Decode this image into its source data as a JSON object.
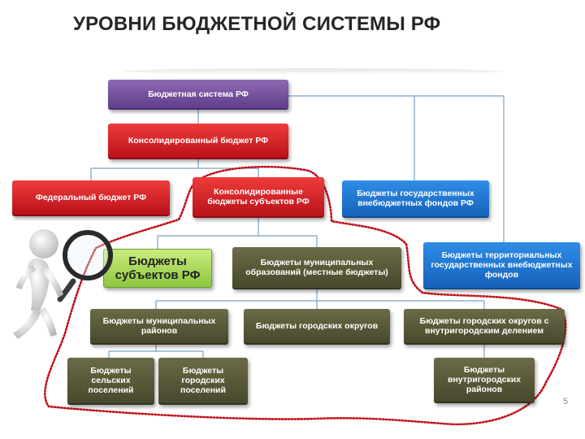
{
  "title": "УРОВНИ БЮДЖЕТНОЙ СИСТЕМЫ РФ",
  "nodes": {
    "budget_system": "Бюджетная система РФ",
    "consolidated": "Консолидированный бюджет РФ",
    "federal": "Федеральный бюджет РФ",
    "consolidated_subjects": "Консолидированные бюджеты субъектов РФ",
    "state_funds": "Бюджеты государственных внебюджетных фондов РФ",
    "subjects": "Бюджеты субъектов РФ",
    "municipal": "Бюджеты муниципальных образований (местные бюджеты)",
    "territorial_funds": "Бюджеты территориальных государственных внебюджетных фондов",
    "municipal_districts": "Бюджеты муниципальных районов",
    "city_districts": "Бюджеты городских округов",
    "city_districts_inner": "Бюджеты городских округов с внутригородским делением",
    "rural": "Бюджеты сельских поселений",
    "urban": "Бюджеты городских поселений",
    "intracity": "Бюджеты внутригородских районов"
  },
  "page_number": "5",
  "colors": {
    "purple": "#6b4a99",
    "red": "#d4202a",
    "blue": "#1f73d1",
    "olive": "#58583a",
    "green": "#a9d95a",
    "dotted_outline": "#c0121a"
  },
  "icons": [
    "figure-with-magnifier-icon"
  ]
}
